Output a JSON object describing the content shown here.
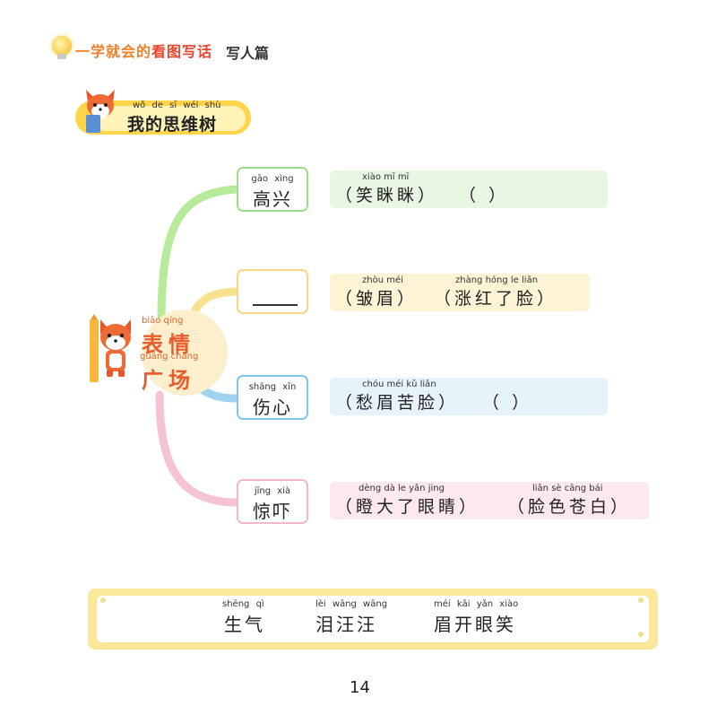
{
  "header": {
    "series_title_part1": "一学就会的",
    "series_title_em": "看图写话",
    "section_name": "写人篇"
  },
  "badge": {
    "pinyin": "wǒ de sī wéi shù",
    "title": "我的思维树"
  },
  "center": {
    "pinyin_top": "biǎo  qíng",
    "han_top": "表情",
    "pinyin_bottom": "guǎng chǎng",
    "han_bottom": "广场"
  },
  "nodes": [
    {
      "pinyin": "gāo xìng",
      "han": "高兴",
      "color": "#9fdc8a",
      "branch_color": "#b8ea9c",
      "answer": {
        "color": "#eaf6e4",
        "pinyin1": "xiào  mī  mī",
        "han1": "（笑眯眯）",
        "han2": "（          ）",
        "pinyin2": ""
      }
    },
    {
      "pinyin": "",
      "han": "",
      "color": "#f3d885",
      "branch_color": "#f7e08e",
      "answer": {
        "color": "#fdf4d6",
        "pinyin1": "zhòu méi",
        "han1": "（皱眉）",
        "pinyin2": "zhàng hóng  le  liǎn",
        "han2": "（涨红了脸）"
      }
    },
    {
      "pinyin": "shāng xīn",
      "han": "伤心",
      "color": "#7fc6ec",
      "branch_color": "#9fd3f0",
      "answer": {
        "color": "#e6f3fb",
        "pinyin1": "chóu méi  kǔ  liǎn",
        "han1": "（愁眉苦脸）",
        "han2": "（          ）",
        "pinyin2": ""
      }
    },
    {
      "pinyin": "jīng xià",
      "han": "惊吓",
      "color": "#f1b7cc",
      "branch_color": "#f4c3d4",
      "answer": {
        "color": "#fbe9ef",
        "pinyin1": "dèng  dà   le  yǎn jing",
        "han1": "（瞪大了眼睛）",
        "pinyin2": "liǎn  sè  cāng  bái",
        "han2": "（脸色苍白）"
      }
    }
  ],
  "word_bank": [
    {
      "pinyin": "shēng qì",
      "han": "生气"
    },
    {
      "pinyin": "lèi wāng wāng",
      "han": "泪汪汪"
    },
    {
      "pinyin": "méi kāi yǎn xiào",
      "han": "眉开眼笑"
    }
  ],
  "page_number": "14"
}
